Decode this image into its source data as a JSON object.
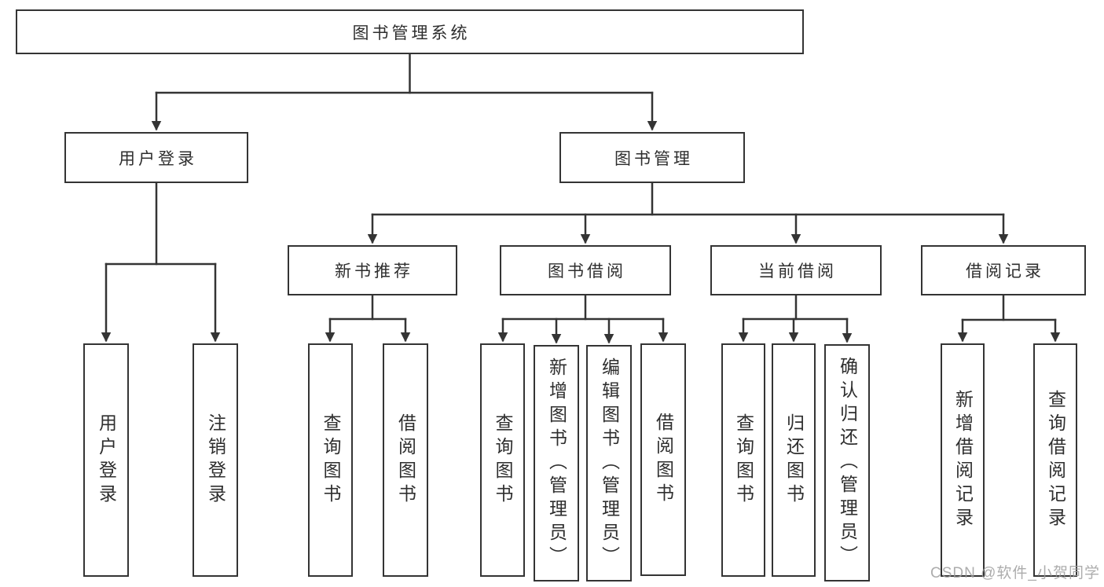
{
  "root": "图书管理系统",
  "branches": [
    {
      "label": "用户登录",
      "children": [
        "用户登录",
        "注销登录"
      ]
    },
    {
      "label": "图书管理",
      "sections": [
        {
          "label": "新书推荐",
          "children": [
            "查询图书",
            "借阅图书"
          ]
        },
        {
          "label": "图书借阅",
          "children": [
            "查询图书",
            "新增图书（管理员）",
            "编辑图书（管理员）",
            "借阅图书"
          ]
        },
        {
          "label": "当前借阅",
          "children": [
            "查询图书",
            "归还图书",
            "确认归还（管理员）"
          ]
        },
        {
          "label": "借阅记录",
          "children": [
            "新增借阅记录",
            "查询借阅记录"
          ]
        }
      ]
    }
  ],
  "watermark": "CSDN @软件_小贺同学",
  "colors": {
    "line": "#343434",
    "text": "#2e2e2e",
    "watermark": "#9e9e9e"
  }
}
